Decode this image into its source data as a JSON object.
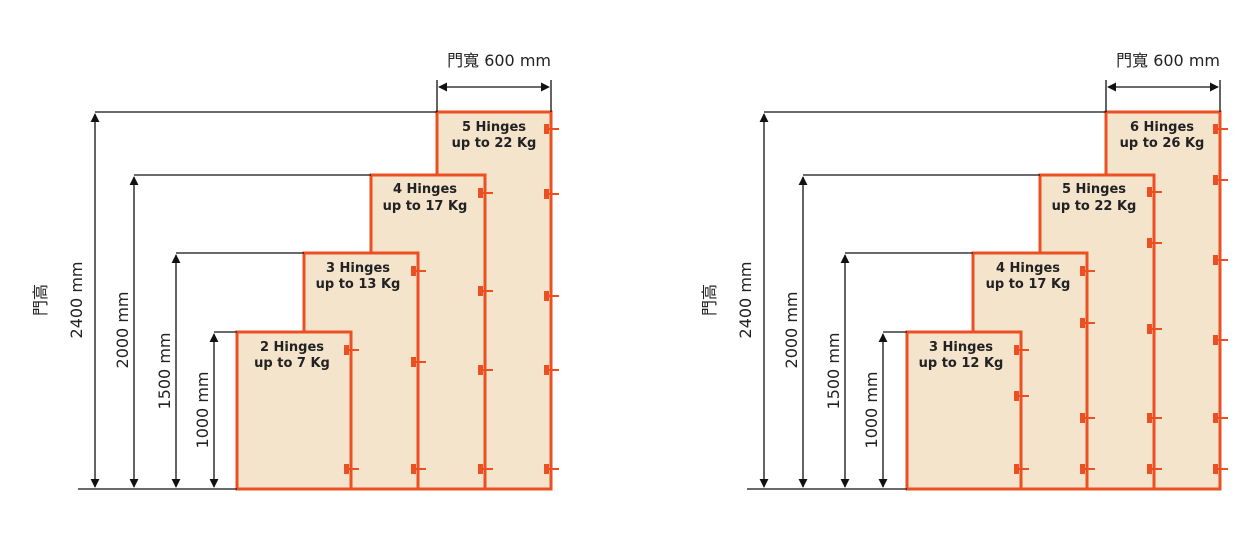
{
  "colors": {
    "door_fill": "#f4e4cc",
    "door_stroke": "#ec4f22",
    "hinge": "#ec4f22",
    "line": "#111111",
    "text": "#222222"
  },
  "diagrams": [
    {
      "height_label": "門高",
      "width_label": "門寬 600 mm",
      "dims": [
        "2400 mm",
        "2000 mm",
        "1500 mm",
        "1000 mm"
      ],
      "doors": [
        {
          "hinges_label": "2 Hinges",
          "weight_label": "up to 7 Kg",
          "hinge_count": 2
        },
        {
          "hinges_label": "3 Hinges",
          "weight_label": "up to 13 Kg",
          "hinge_count": 3
        },
        {
          "hinges_label": "4 Hinges",
          "weight_label": "up to 17 Kg",
          "hinge_count": 4
        },
        {
          "hinges_label": "5 Hinges",
          "weight_label": "up to 22 Kg",
          "hinge_count": 5
        }
      ]
    },
    {
      "height_label": "門高",
      "width_label": "門寬 600 mm",
      "dims": [
        "2400 mm",
        "2000 mm",
        "1500 mm",
        "1000 mm"
      ],
      "doors": [
        {
          "hinges_label": "3 Hinges",
          "weight_label": "up to 12 Kg",
          "hinge_count": 3
        },
        {
          "hinges_label": "4 Hinges",
          "weight_label": "up to 17 Kg",
          "hinge_count": 4
        },
        {
          "hinges_label": "5 Hinges",
          "weight_label": "up to 22 Kg",
          "hinge_count": 5
        },
        {
          "hinges_label": "6 Hinges",
          "weight_label": "up to 26 Kg",
          "hinge_count": 6
        }
      ]
    }
  ]
}
